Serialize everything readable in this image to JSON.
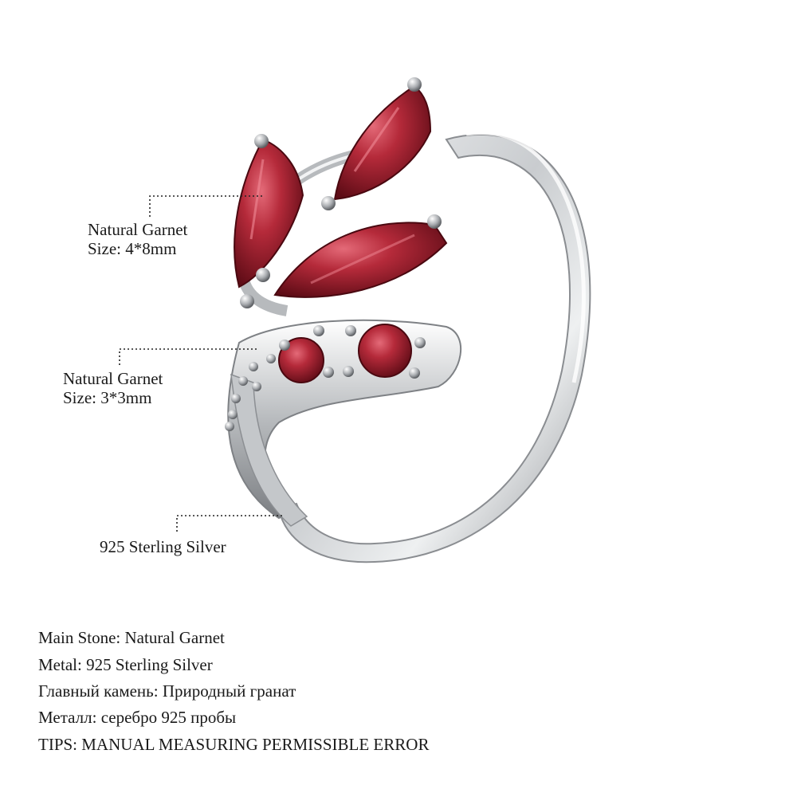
{
  "callouts": {
    "marquise": {
      "name": "Natural Garnet",
      "size": "Size: 4*8mm"
    },
    "round": {
      "name": "Natural Garnet",
      "size": "Size: 3*3mm"
    },
    "metal": {
      "name": "925 Sterling Silver"
    }
  },
  "specs": [
    "Main Stone: Natural Garnet",
    "Metal: 925 Sterling Silver",
    "Главный камень: Природный гранат",
    "Металл: серебро 925 пробы",
    "TIPS: MANUAL MEASURING PERMISSIBLE ERROR"
  ],
  "colors": {
    "garnet": "#9c1f2c",
    "silver": "#d8dadc",
    "text": "#1a1a1a"
  }
}
